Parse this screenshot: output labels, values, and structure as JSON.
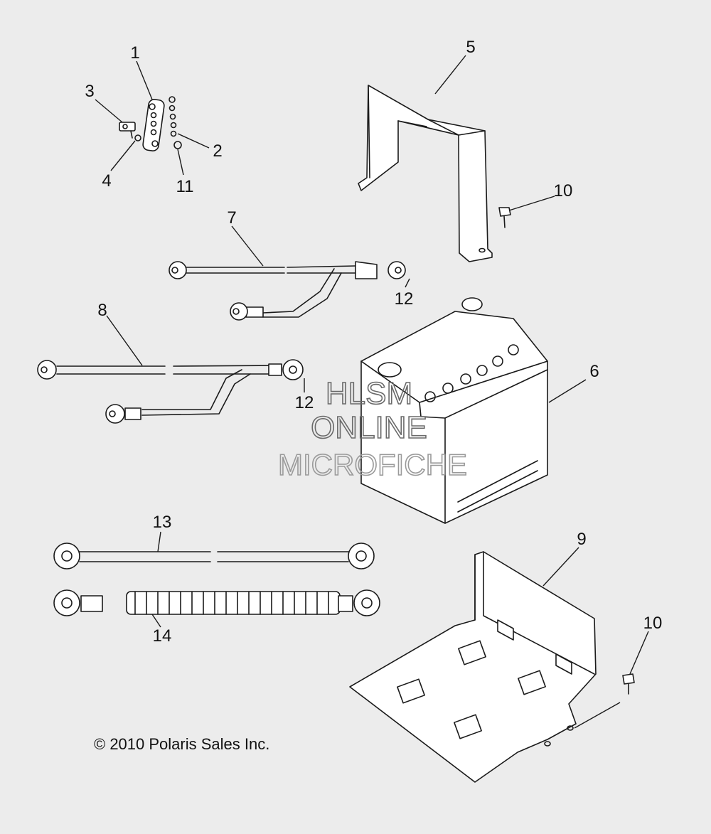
{
  "colors": {
    "background": "#ececec",
    "line": "#1a1a1a",
    "watermark_dark": "#6a6a6a",
    "watermark_light": "#9a9a9a"
  },
  "callouts": {
    "c1": "1",
    "c2": "2",
    "c3": "3",
    "c4": "4",
    "c5": "5",
    "c6": "6",
    "c7": "7",
    "c8": "8",
    "c9": "9",
    "c10a": "10",
    "c10b": "10",
    "c11": "11",
    "c12a": "12",
    "c12b": "12",
    "c13": "13",
    "c14": "14"
  },
  "watermark": {
    "line1": "HLSM",
    "line2": "ONLINE",
    "line3": "MICROFICHE"
  },
  "copyright": "© 2010 Polaris Sales Inc."
}
